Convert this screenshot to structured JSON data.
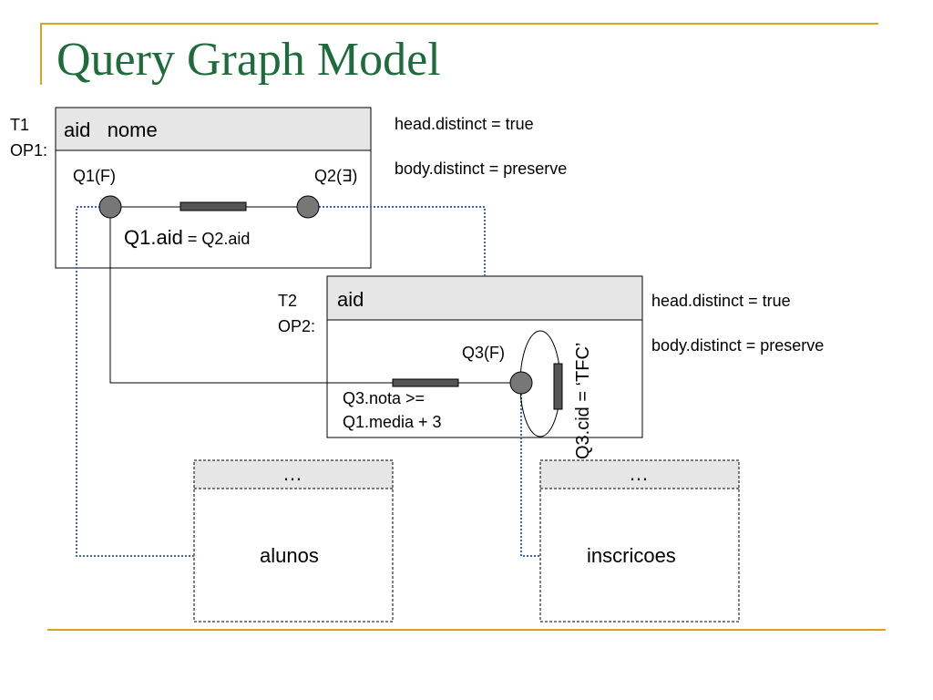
{
  "slide": {
    "title": "Query Graph Model",
    "accent_color": "#d9a520",
    "title_color": "#1e6b3c"
  },
  "box1": {
    "table_label": "T1",
    "op_label": "OP1:",
    "header": "aid   nome",
    "q1": "Q1(F)",
    "q2": "Q2(∃)",
    "pred_left": "Q1.aid",
    "pred_right": " = Q2.aid",
    "head_distinct": "head.distinct = true",
    "body_distinct": "body.distinct = preserve"
  },
  "box2": {
    "table_label": "T2",
    "op_label": "OP2:",
    "header": "aid",
    "q3": "Q3(F)",
    "pred_line1": "Q3.nota >=",
    "pred_line2": "Q1.media + 3",
    "local_pred": "Q3.cid = ‘TFC’",
    "head_distinct": "head.distinct = true",
    "body_distinct": "body.distinct = preserve"
  },
  "base_tables": [
    {
      "header": "…",
      "name": "alunos"
    },
    {
      "header": "…",
      "name": "inscricoes"
    }
  ]
}
